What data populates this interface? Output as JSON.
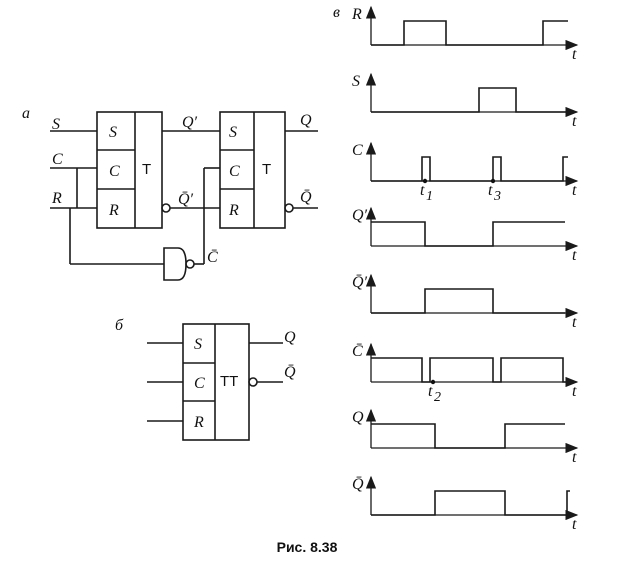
{
  "panel_labels": {
    "a": "а",
    "b": "б",
    "v": "в"
  },
  "caption": "Рис. 8.38",
  "circuit_a": {
    "inputs": {
      "s": "S",
      "c": "C",
      "r": "R"
    },
    "ff1": {
      "s": "S",
      "c": "C",
      "r": "R",
      "type": "T"
    },
    "ff2": {
      "s": "S",
      "c": "C",
      "r": "R",
      "type": "T"
    },
    "signals": {
      "q_prime": "Q′",
      "qbar_prime": "Q̄′",
      "c_bar": "C̄",
      "q": "Q",
      "q_bar": "Q̄"
    }
  },
  "circuit_b": {
    "pins": {
      "s": "S",
      "c": "C",
      "r": "R"
    },
    "type": "TT",
    "outputs": {
      "q": "Q",
      "q_bar": "Q̄"
    }
  },
  "timing": {
    "t_axis_label": "t",
    "t_points": {
      "t1": "t",
      "t1_sub": "1",
      "t2": "t",
      "t2_sub": "2",
      "t3": "t",
      "t3_sub": "3"
    },
    "signals": [
      {
        "name": "R",
        "key": "r"
      },
      {
        "name": "S",
        "key": "s"
      },
      {
        "name": "C",
        "key": "c"
      },
      {
        "name": "Q′",
        "key": "qp"
      },
      {
        "name": "Q̄′",
        "key": "qbp"
      },
      {
        "name": "C̄",
        "key": "cb"
      },
      {
        "name": "Q",
        "key": "q"
      },
      {
        "name": "Q̄",
        "key": "qb"
      }
    ]
  }
}
